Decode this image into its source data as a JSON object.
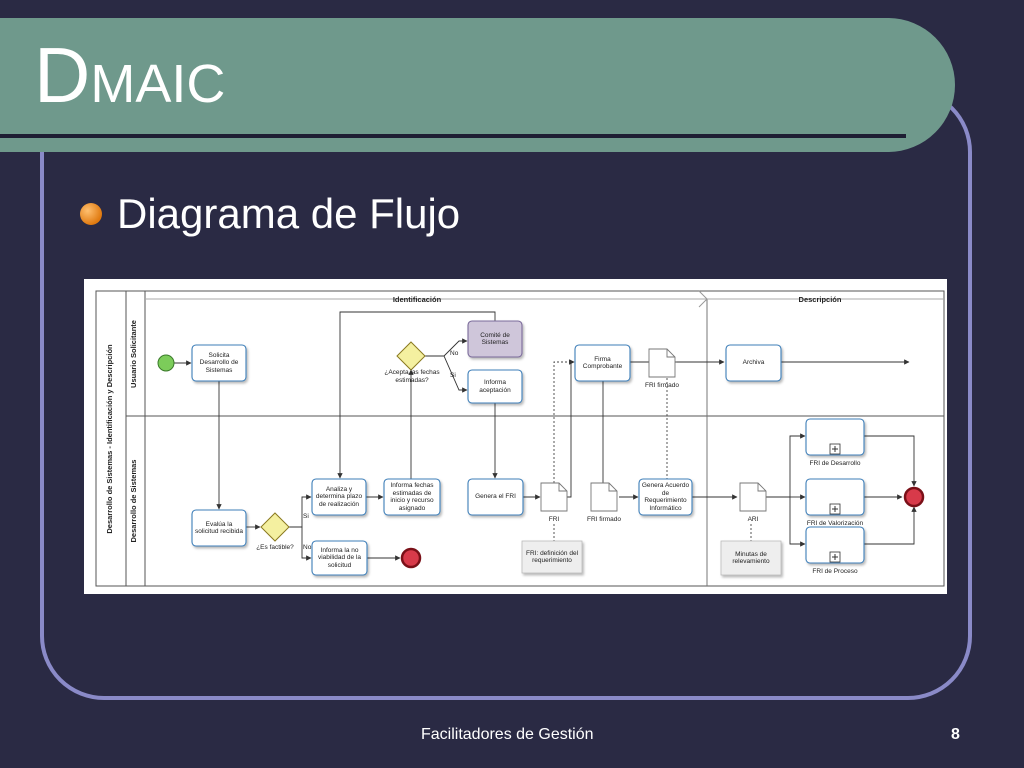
{
  "slide": {
    "title_first": "D",
    "title_rest": "MAIC",
    "bullet": "Diagrama de Flujo",
    "footer": "Facilitadores de Gestión",
    "page_number": "8"
  },
  "colors": {
    "background": "#2a2a44",
    "title_band": "#6f998c",
    "frame": "#8a8ac8",
    "bullet": "#e07a10",
    "task_border": "#3d7eb8",
    "gateway": "#f4f0a0",
    "start_event": "#7ccc5a",
    "end_event": "#d83a4a",
    "committee_task": "#cfc6da"
  },
  "diagram": {
    "pool": "Desarrollo de Sistemas - Identificación y Descripción",
    "lanes": {
      "top": "Usuario Solicitante",
      "bottom": "Desarrollo de Sistemas"
    },
    "phases": {
      "identificacion": "Identificación",
      "descripcion": "Descripción"
    },
    "tasks": {
      "solicita": "Solicita Desarrollo de Sistemas",
      "evalua": "Evalúa la solicitud recibida",
      "informa_no_viabilidad": "Informa la no viabilidad de la solicitud",
      "analiza": "Analiza y determina plazo de realización",
      "informa_fechas": "Informa fechas estimadas de inicio y recurso asignado",
      "comite": "Comité de Sistemas",
      "informa_aceptacion": "Informa aceptación",
      "genera_fri": "Genera el FRI",
      "firma": "Firma Comprobante",
      "genera_acuerdo": "Genera Acuerdo de Requerimiento Informático",
      "archiva": "Archiva"
    },
    "gateways": {
      "factible": "¿Es factible?",
      "acepta": "¿Acepta las fechas estimadas?"
    },
    "flow_labels": {
      "si": "Si",
      "no": "No"
    },
    "documents": {
      "fri": "FRI",
      "fri_firmado": "FRI firmado",
      "fri_firmado_top": "FRI firmado",
      "ari": "ARI"
    },
    "annotations": {
      "fri_def": "FRI: definición del requerimiento",
      "minutas": "Minutas de relevamiento"
    },
    "subprocesses": {
      "desarrollo": "FRI de Desarrollo",
      "valorizacion": "FRI de Valorización",
      "proceso": "FRI de Proceso"
    }
  }
}
